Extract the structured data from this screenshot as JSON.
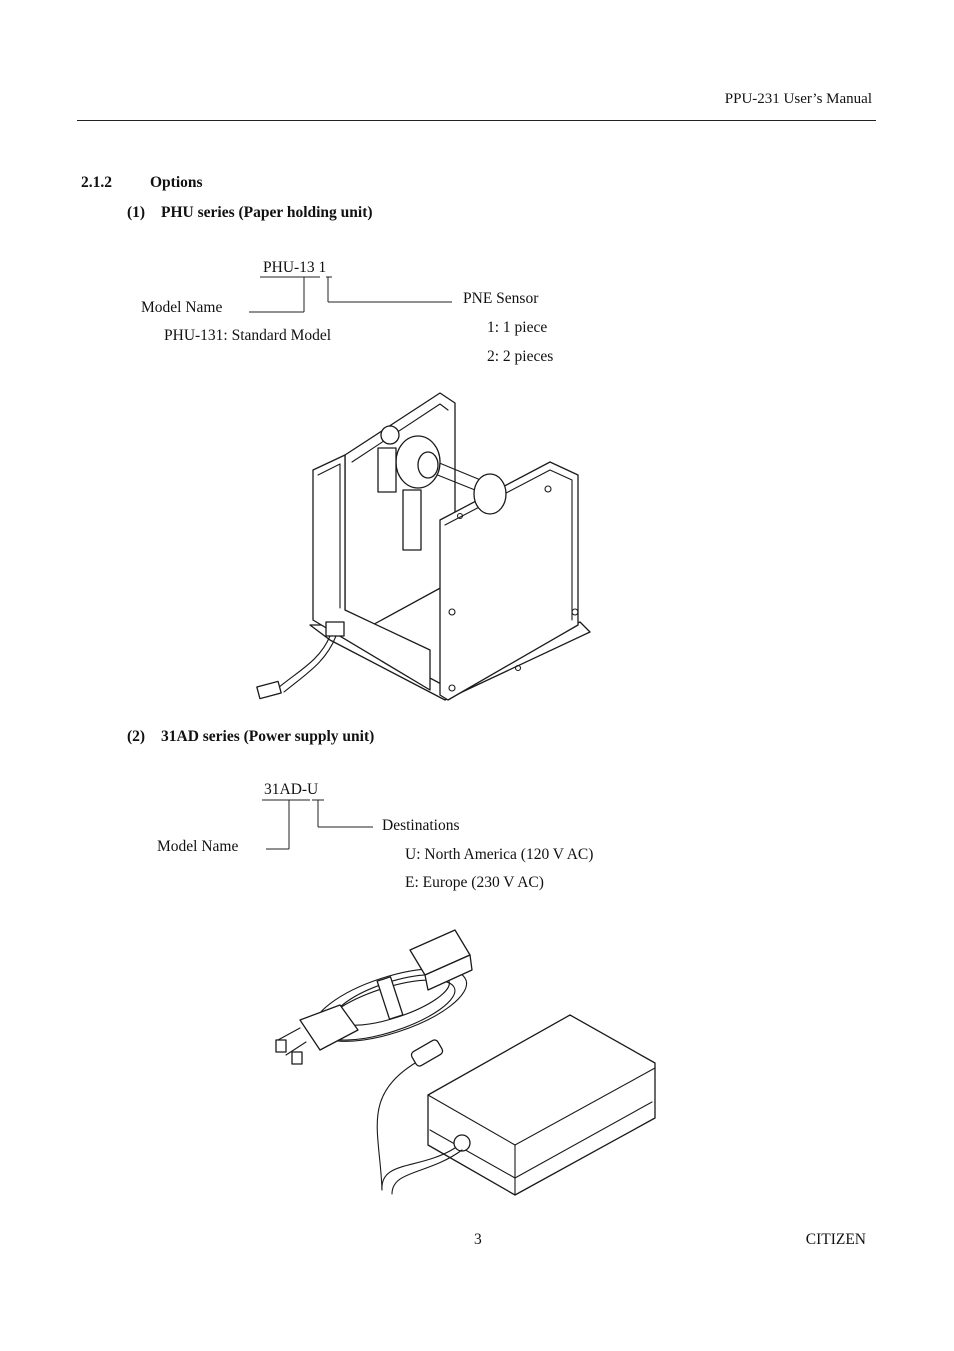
{
  "header": {
    "title": "PPU-231 User’s Manual"
  },
  "section": {
    "number": "2.1.2",
    "title": "Options"
  },
  "phu": {
    "heading_num": "(1)",
    "heading": "PHU series (Paper holding unit)",
    "model_code": "PHU-13 1",
    "model_name_label": "Model Name",
    "standard_model": "PHU-131: Standard Model",
    "sensor_label": "PNE Sensor",
    "sensor_options": [
      "1: 1 piece",
      "2: 2 pieces"
    ]
  },
  "ad": {
    "heading_num": "(2)",
    "heading": "31AD series (Power supply unit)",
    "model_code": "31AD-U",
    "model_name_label": "Model Name",
    "destinations_label": "Destinations",
    "destination_options": [
      "U: North America (120 V AC)",
      "E: Europe (230 V AC)"
    ]
  },
  "footer": {
    "page_number": "3",
    "brand": "CITIZEN"
  }
}
